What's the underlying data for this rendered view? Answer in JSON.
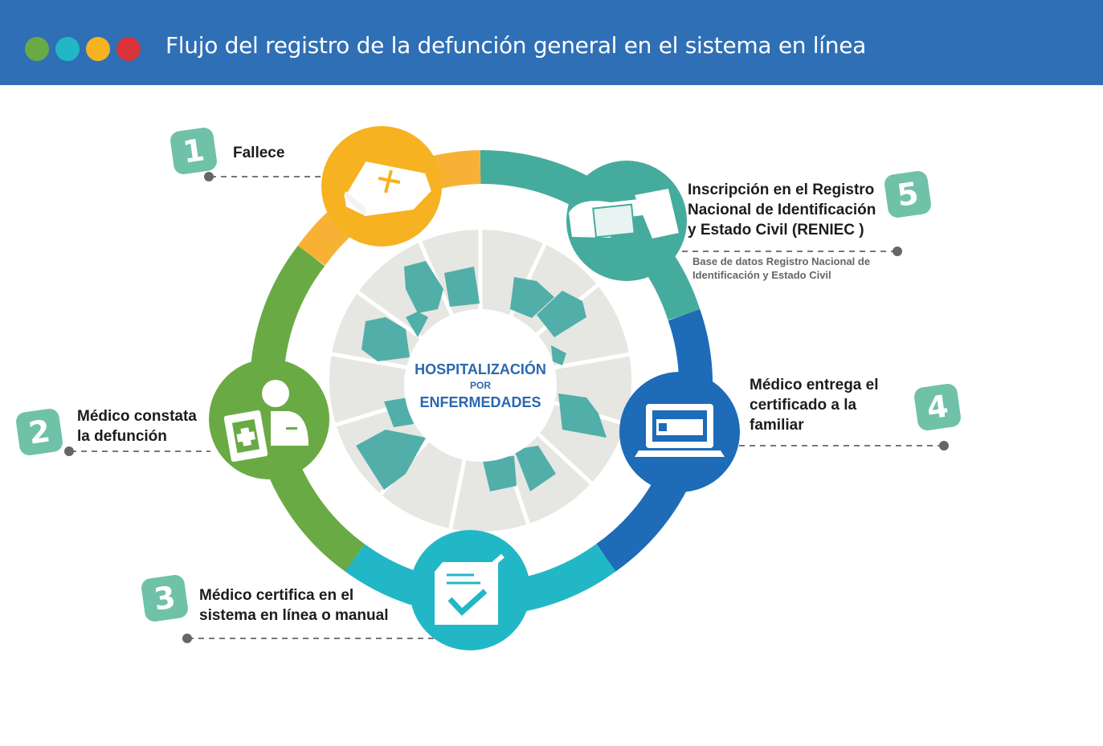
{
  "header": {
    "title": "Flujo del registro de la defunción general en el sistema en línea",
    "icons": [
      "face-mask-icon",
      "clipboard-icon",
      "bandage-icon",
      "baby-feet-icon"
    ]
  },
  "center": {
    "line1": "HOSPITALIZACIÓN",
    "line2": "POR",
    "line3": "ENFERMEDADES"
  },
  "steps": [
    {
      "number": "1",
      "label": "Fallece",
      "color": "#f6b221",
      "icon": "coffin-icon"
    },
    {
      "number": "2",
      "label_line1": "Médico constata",
      "label_line2": "la defunción",
      "color": "#6aaa44",
      "icon": "doctor-clipboard-icon"
    },
    {
      "number": "3",
      "label_line1": "Médico certifica en el",
      "label_line2": "sistema en línea o manual",
      "color": "#22b7c6",
      "icon": "checklist-document-icon"
    },
    {
      "number": "4",
      "label_line1": "Médico entrega el",
      "label_line2": "certificado a la",
      "label_line3": "familiar",
      "color": "#1e6bb8",
      "icon": "laptop-icon"
    },
    {
      "number": "5",
      "label_line1": "Inscripción en el Registro",
      "label_line2": "Nacional de Identificación",
      "label_line3": "y Estado Civil (RENIEC )",
      "sub_line1": "Base de datos Registro Nacional de",
      "sub_line2": "Identificación y Estado Civil",
      "color": "#45ab9d",
      "icon": "handover-document-icon"
    }
  ],
  "colors": {
    "header": "#2f6fb5",
    "badge": "#6fc2a8",
    "orange_arc": "#f7b236",
    "map_gray": "#e6e6e2",
    "map_teal": "#51aea9"
  }
}
